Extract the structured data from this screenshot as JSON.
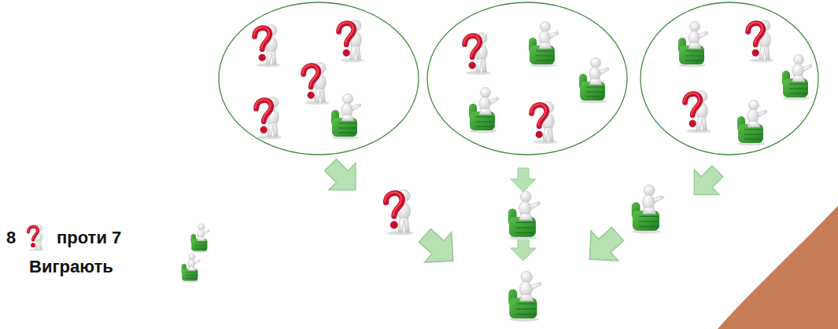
{
  "diagram": {
    "labels": [
      "8",
      "проти 7",
      "Виграють"
    ]
  }
}
